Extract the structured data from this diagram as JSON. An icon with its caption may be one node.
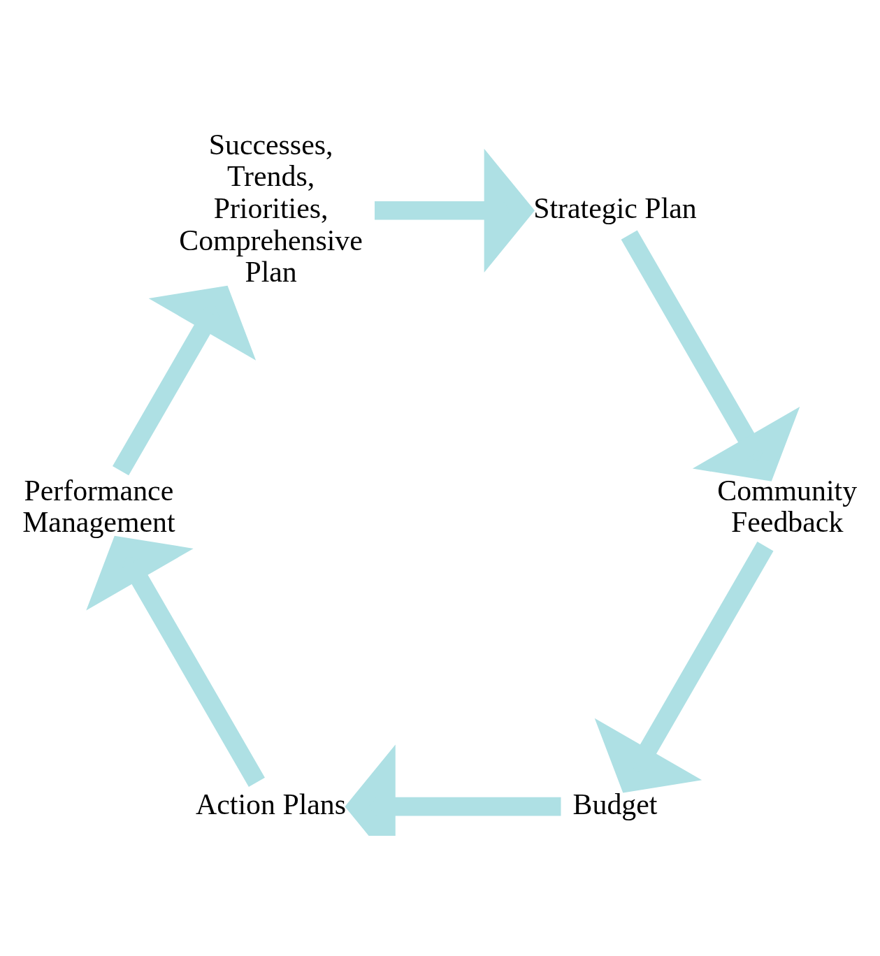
{
  "diagram": {
    "nodes": [
      {
        "text": [
          "Budget"
        ]
      },
      {
        "text": [
          "Action Plans"
        ]
      },
      {
        "text": [
          "Performance Management"
        ]
      },
      {
        "text": [
          "Successes, Trends, Priorities, Comprehensive Plan"
        ]
      },
      {
        "text": [
          "Strategic Plan"
        ]
      },
      {
        "text": [
          "Community Feedback"
        ]
      }
    ],
    "edges": [
      {
        "from": 0,
        "to": 1,
        "arrow": "to"
      },
      {
        "from": 1,
        "to": 2,
        "arrow": "to"
      },
      {
        "from": 2,
        "to": 3,
        "arrow": "to"
      },
      {
        "from": 3,
        "to": 4,
        "arrow": "to"
      },
      {
        "from": 4,
        "to": 5,
        "arrow": "to"
      },
      {
        "from": 5,
        "to": 0,
        "arrow": "to"
      }
    ]
  }
}
